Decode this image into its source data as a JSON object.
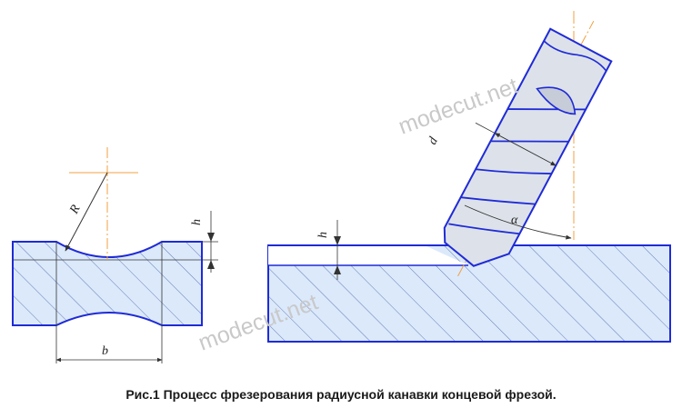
{
  "caption": "Рис.1 Процесс фрезерования радиусной канавки  концевой фрезой.",
  "labels": {
    "radius": "R",
    "depth_left": "h",
    "width": "b",
    "depth_right": "h",
    "diameter": "d",
    "angle": "α"
  },
  "watermark": "modecut.net",
  "colors": {
    "outline": "#1f2bd6",
    "fill": "#dbe9fb",
    "hatch": "#5a6ea8",
    "axis": "#f0a040",
    "dimension": "#333333"
  }
}
